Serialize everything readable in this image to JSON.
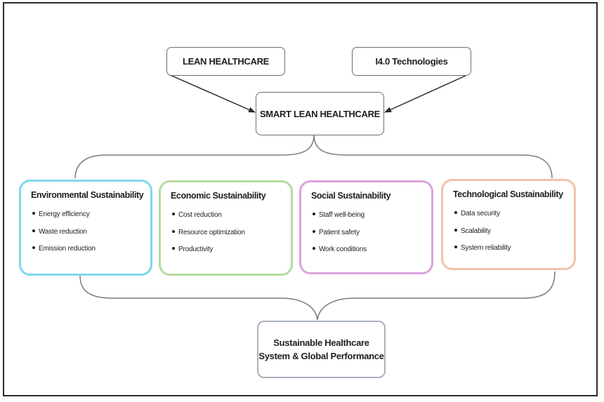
{
  "diagram": {
    "inputs": [
      {
        "label": "LEAN HEALTHCARE"
      },
      {
        "label": "I4.0 Technologies"
      }
    ],
    "center": {
      "label": "SMART LEAN HEALTHCARE"
    },
    "pillars": [
      {
        "title": "Environmental Sustainability",
        "color": "#7fd7ee",
        "items": [
          "Energy efficiency",
          "Waste reduction",
          "Emission reduction"
        ]
      },
      {
        "title": "Economic Sustainability",
        "color": "#b4dc9c",
        "items": [
          "Cost reduction",
          "Resource optimization",
          "Productivity"
        ]
      },
      {
        "title": "Social Sustainability",
        "color": "#dca2dc",
        "items": [
          "Staff well-being",
          "Patient safety",
          "Work conditions"
        ]
      },
      {
        "title": "Technological Sustainability",
        "color": "#f1c2a8",
        "items": [
          "Data security",
          "Scalability",
          "System reliability"
        ]
      }
    ],
    "outcome": {
      "line1": "Sustainable Healthcare",
      "line2": "System & Global Performance"
    },
    "connector_color": "#7a7a7a"
  }
}
